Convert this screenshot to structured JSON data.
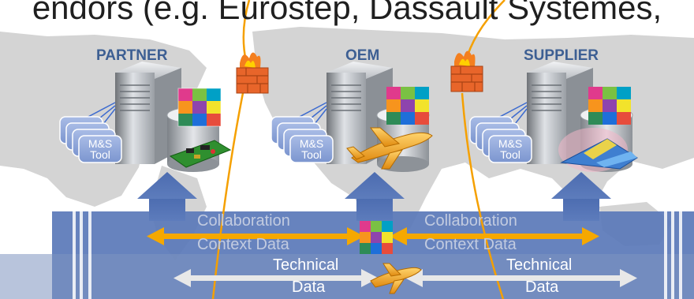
{
  "heading": "endors (e.g. Eurostep, Dassault Systemes,",
  "sites": {
    "partner": {
      "label": "PARTNER",
      "tool_top": "M&S",
      "tool_bottom": "Tool"
    },
    "oem": {
      "label": "OEM",
      "tool_top": "M&S",
      "tool_bottom": "Tool"
    },
    "supplier": {
      "label": "SUPPLIER",
      "tool_top": "M&S",
      "tool_bottom": "Tool"
    }
  },
  "bus": {
    "left": {
      "collab_1": "Collaboration",
      "collab_2": "Context Data",
      "tech_1": "Technical",
      "tech_2": "Data"
    },
    "right": {
      "collab_1": "Collaboration",
      "collab_2": "Context Data",
      "tech_1": "Technical",
      "tech_2": "Data"
    }
  },
  "colors": {
    "band": "#5a78b8",
    "arrow_up": "#4f6fb2",
    "orange_arrow": "#f5a800",
    "white_arrow": "#e8e8e8",
    "firewall": "#e8652a",
    "map": "#d4d4d4"
  },
  "icons": [
    "server-icon",
    "database-icon",
    "puzzle-icon",
    "tool-stack-icon",
    "firewall-icon",
    "aircraft-icon",
    "circuit-board-icon"
  ]
}
